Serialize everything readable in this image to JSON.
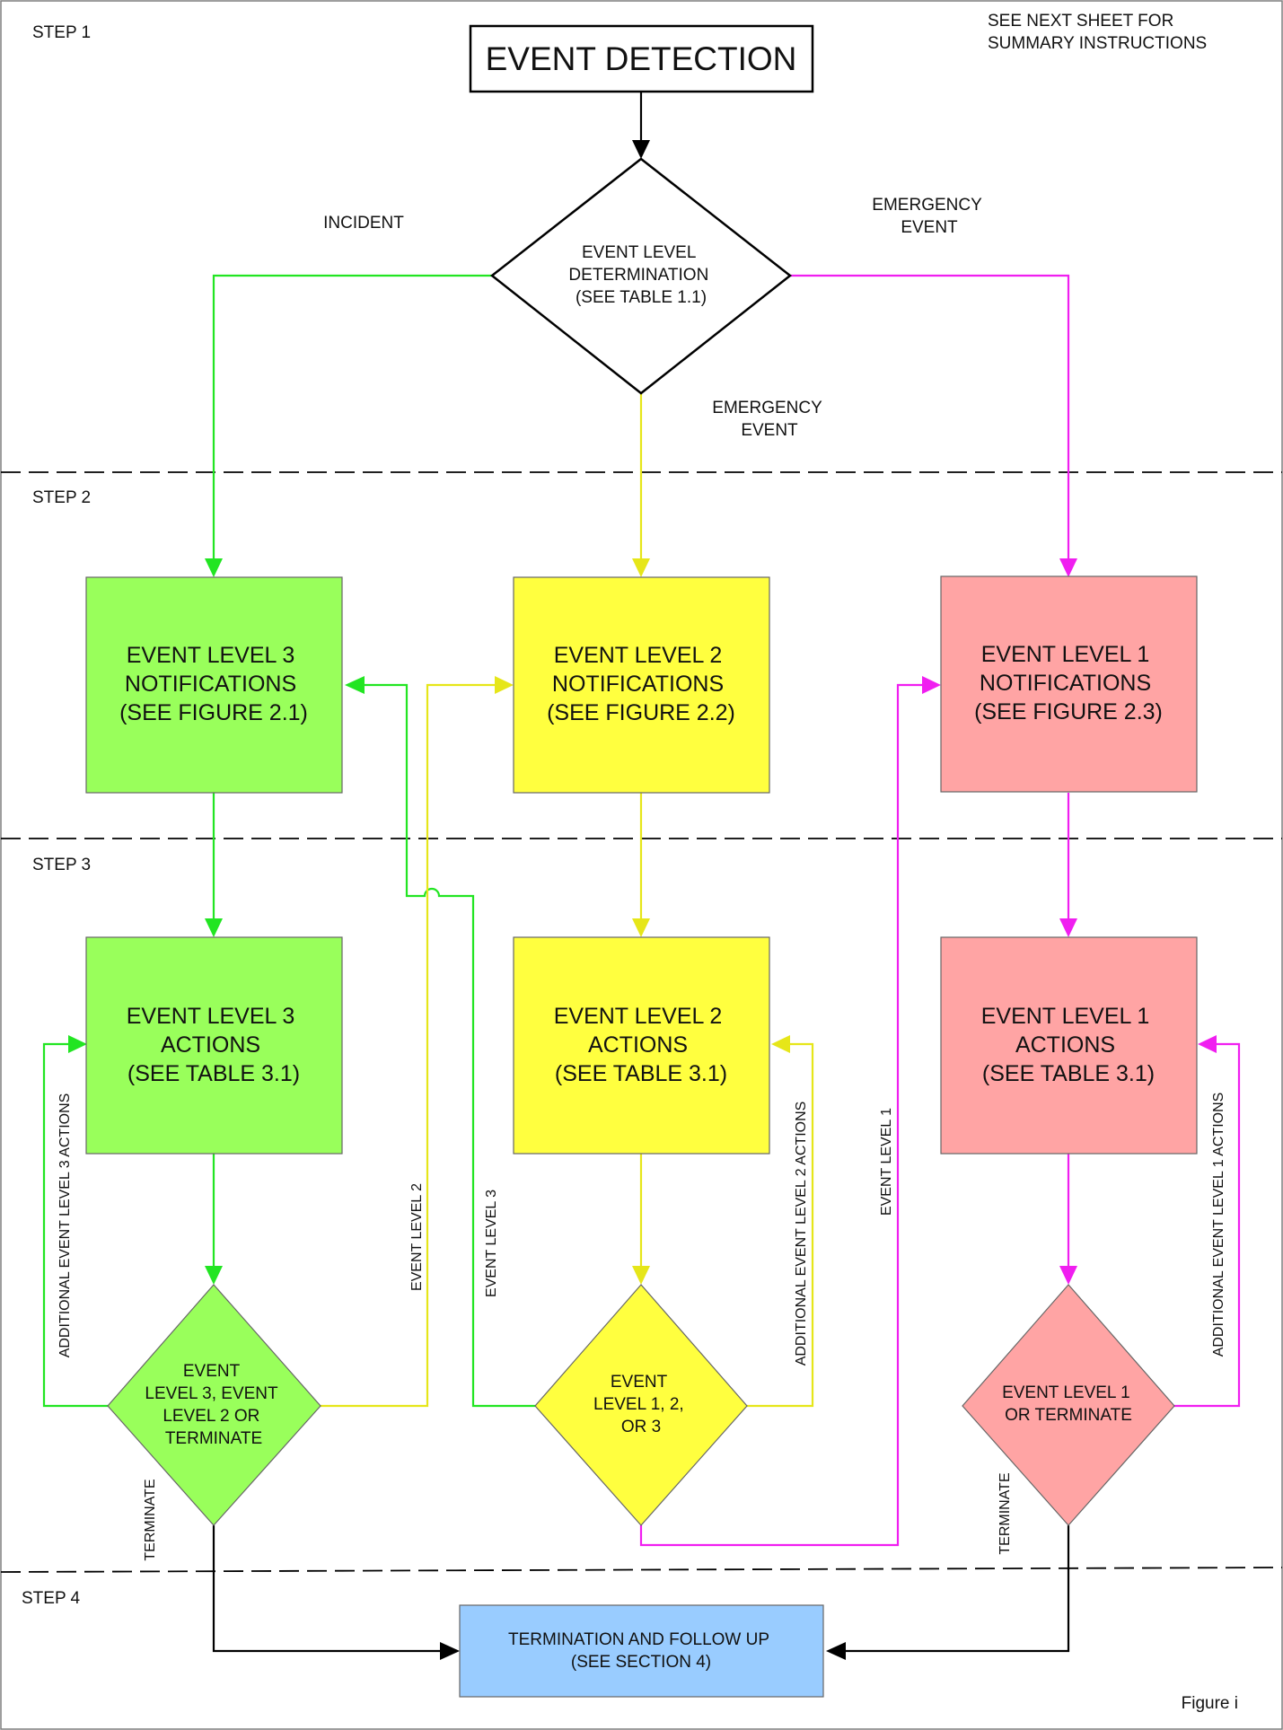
{
  "colors": {
    "green": "#99ff5b",
    "green_line": "#22e522",
    "yellow": "#ffff3f",
    "yellow_line": "#e6e619",
    "pink": "#ffa4a4",
    "magenta": "#f01ef0",
    "blue": "#99ccff",
    "black": "#000000"
  },
  "steps": [
    "STEP 1",
    "STEP 2",
    "STEP 3",
    "STEP 4"
  ],
  "note": [
    "SEE NEXT SHEET FOR",
    "SUMMARY INSTRUCTIONS"
  ],
  "figure_label": "Figure i",
  "nodes": {
    "event_detection": [
      "EVENT DETECTION"
    ],
    "determination": [
      "EVENT LEVEL",
      "DETERMINATION",
      "(SEE TABLE 1.1)"
    ],
    "l3_notifications": [
      "EVENT LEVEL 3",
      "NOTIFICATIONS",
      "(SEE FIGURE 2.1)"
    ],
    "l2_notifications": [
      "EVENT LEVEL 2",
      "NOTIFICATIONS",
      "(SEE FIGURE 2.2)"
    ],
    "l1_notifications": [
      "EVENT LEVEL 1",
      "NOTIFICATIONS",
      "(SEE FIGURE 2.3)"
    ],
    "l3_actions": [
      "EVENT LEVEL 3",
      "ACTIONS",
      "(SEE TABLE 3.1)"
    ],
    "l2_actions": [
      "EVENT LEVEL 2",
      "ACTIONS",
      "(SEE TABLE 3.1)"
    ],
    "l1_actions": [
      "EVENT LEVEL 1",
      "ACTIONS",
      "(SEE TABLE 3.1)"
    ],
    "l3_decision": [
      "EVENT",
      "LEVEL 3, EVENT",
      "LEVEL 2 OR",
      "TERMINATE"
    ],
    "l2_decision": [
      "EVENT",
      "LEVEL 1, 2,",
      "OR 3"
    ],
    "l1_decision": [
      "EVENT LEVEL 1",
      "OR TERMINATE"
    ],
    "termination": [
      "TERMINATION AND FOLLOW UP",
      "(SEE SECTION 4)"
    ]
  },
  "edge_labels": {
    "incident": [
      "INCIDENT"
    ],
    "emergency_right": [
      "EMERGENCY",
      "EVENT"
    ],
    "emergency_middle": [
      "EMERGENCY",
      "EVENT"
    ],
    "additional_l3": "ADDITIONAL EVENT LEVEL 3 ACTIONS",
    "event_level_2": "EVENT LEVEL 2",
    "event_level_3": "EVENT LEVEL 3",
    "additional_l2": "ADDITIONAL EVENT LEVEL 2 ACTIONS",
    "event_level_1": "EVENT LEVEL 1",
    "additional_l1": "ADDITIONAL EVENT LEVEL 1 ACTIONS",
    "terminate_left": "TERMINATE",
    "terminate_right": "TERMINATE"
  }
}
